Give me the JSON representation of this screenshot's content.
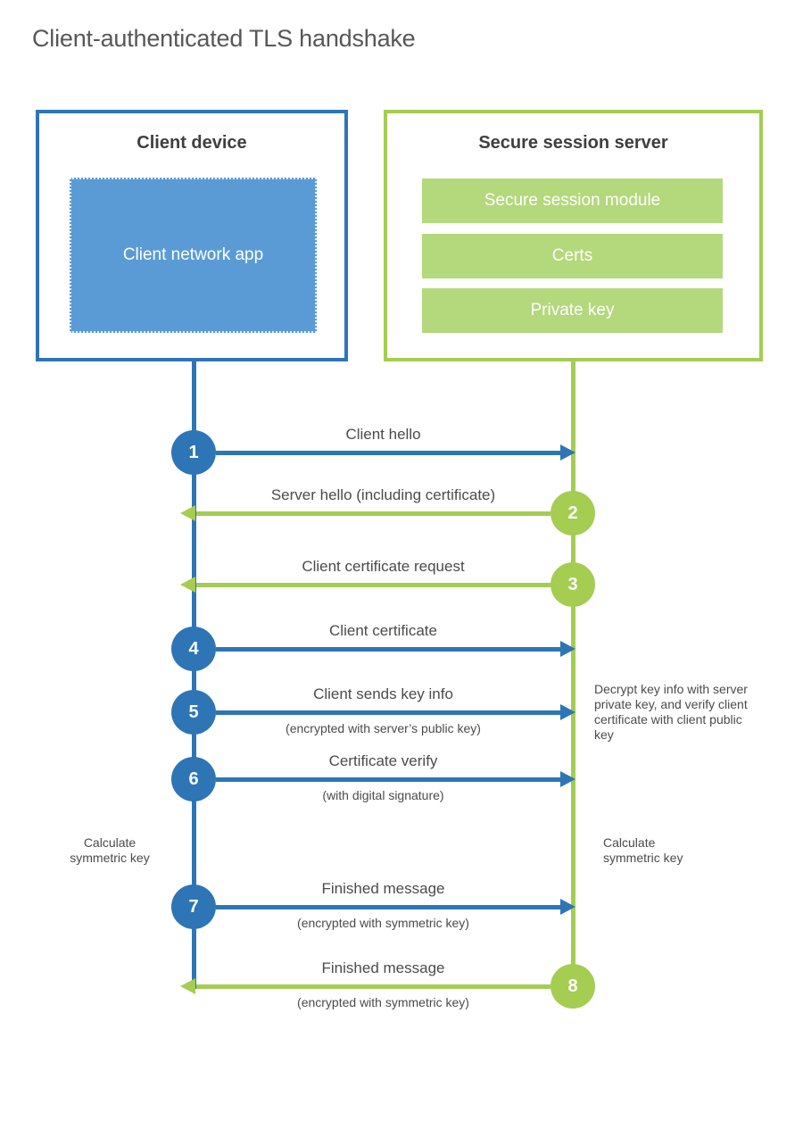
{
  "title": "Client-authenticated TLS handshake",
  "colors": {
    "blue": "#2e75b6",
    "blue_fill": "#5b9bd5",
    "green": "#a4cd52",
    "green_fill": "#b4d87c",
    "text": "#4b4b4b"
  },
  "client": {
    "title": "Client device",
    "app_label": "Client network app"
  },
  "server": {
    "title": "Secure session server",
    "modules": [
      "Secure session module",
      "Certs",
      "Private key"
    ]
  },
  "steps": [
    {
      "num": "1",
      "actor": "client",
      "direction": "right",
      "label": "Client hello",
      "sub": ""
    },
    {
      "num": "2",
      "actor": "server",
      "direction": "left",
      "label": "Server hello (including certificate)",
      "sub": ""
    },
    {
      "num": "3",
      "actor": "server",
      "direction": "left",
      "label": "Client certificate request",
      "sub": ""
    },
    {
      "num": "4",
      "actor": "client",
      "direction": "right",
      "label": "Client certificate",
      "sub": ""
    },
    {
      "num": "5",
      "actor": "client",
      "direction": "right",
      "label": "Client sends key info",
      "sub": "(encrypted with server’s public key)"
    },
    {
      "num": "6",
      "actor": "client",
      "direction": "right",
      "label": "Certificate verify",
      "sub": "(with digital signature)"
    },
    {
      "num": "7",
      "actor": "client",
      "direction": "right",
      "label": "Finished message",
      "sub": "(encrypted with symmetric key)"
    },
    {
      "num": "8",
      "actor": "server",
      "direction": "left",
      "label": "Finished message",
      "sub": "(encrypted with symmetric key)"
    }
  ],
  "notes": {
    "server_note": "Decrypt key info with server private key, and verify client certificate with client public key",
    "client_calc": "Calculate symmetric key",
    "server_calc": "Calculate symmetric key"
  }
}
